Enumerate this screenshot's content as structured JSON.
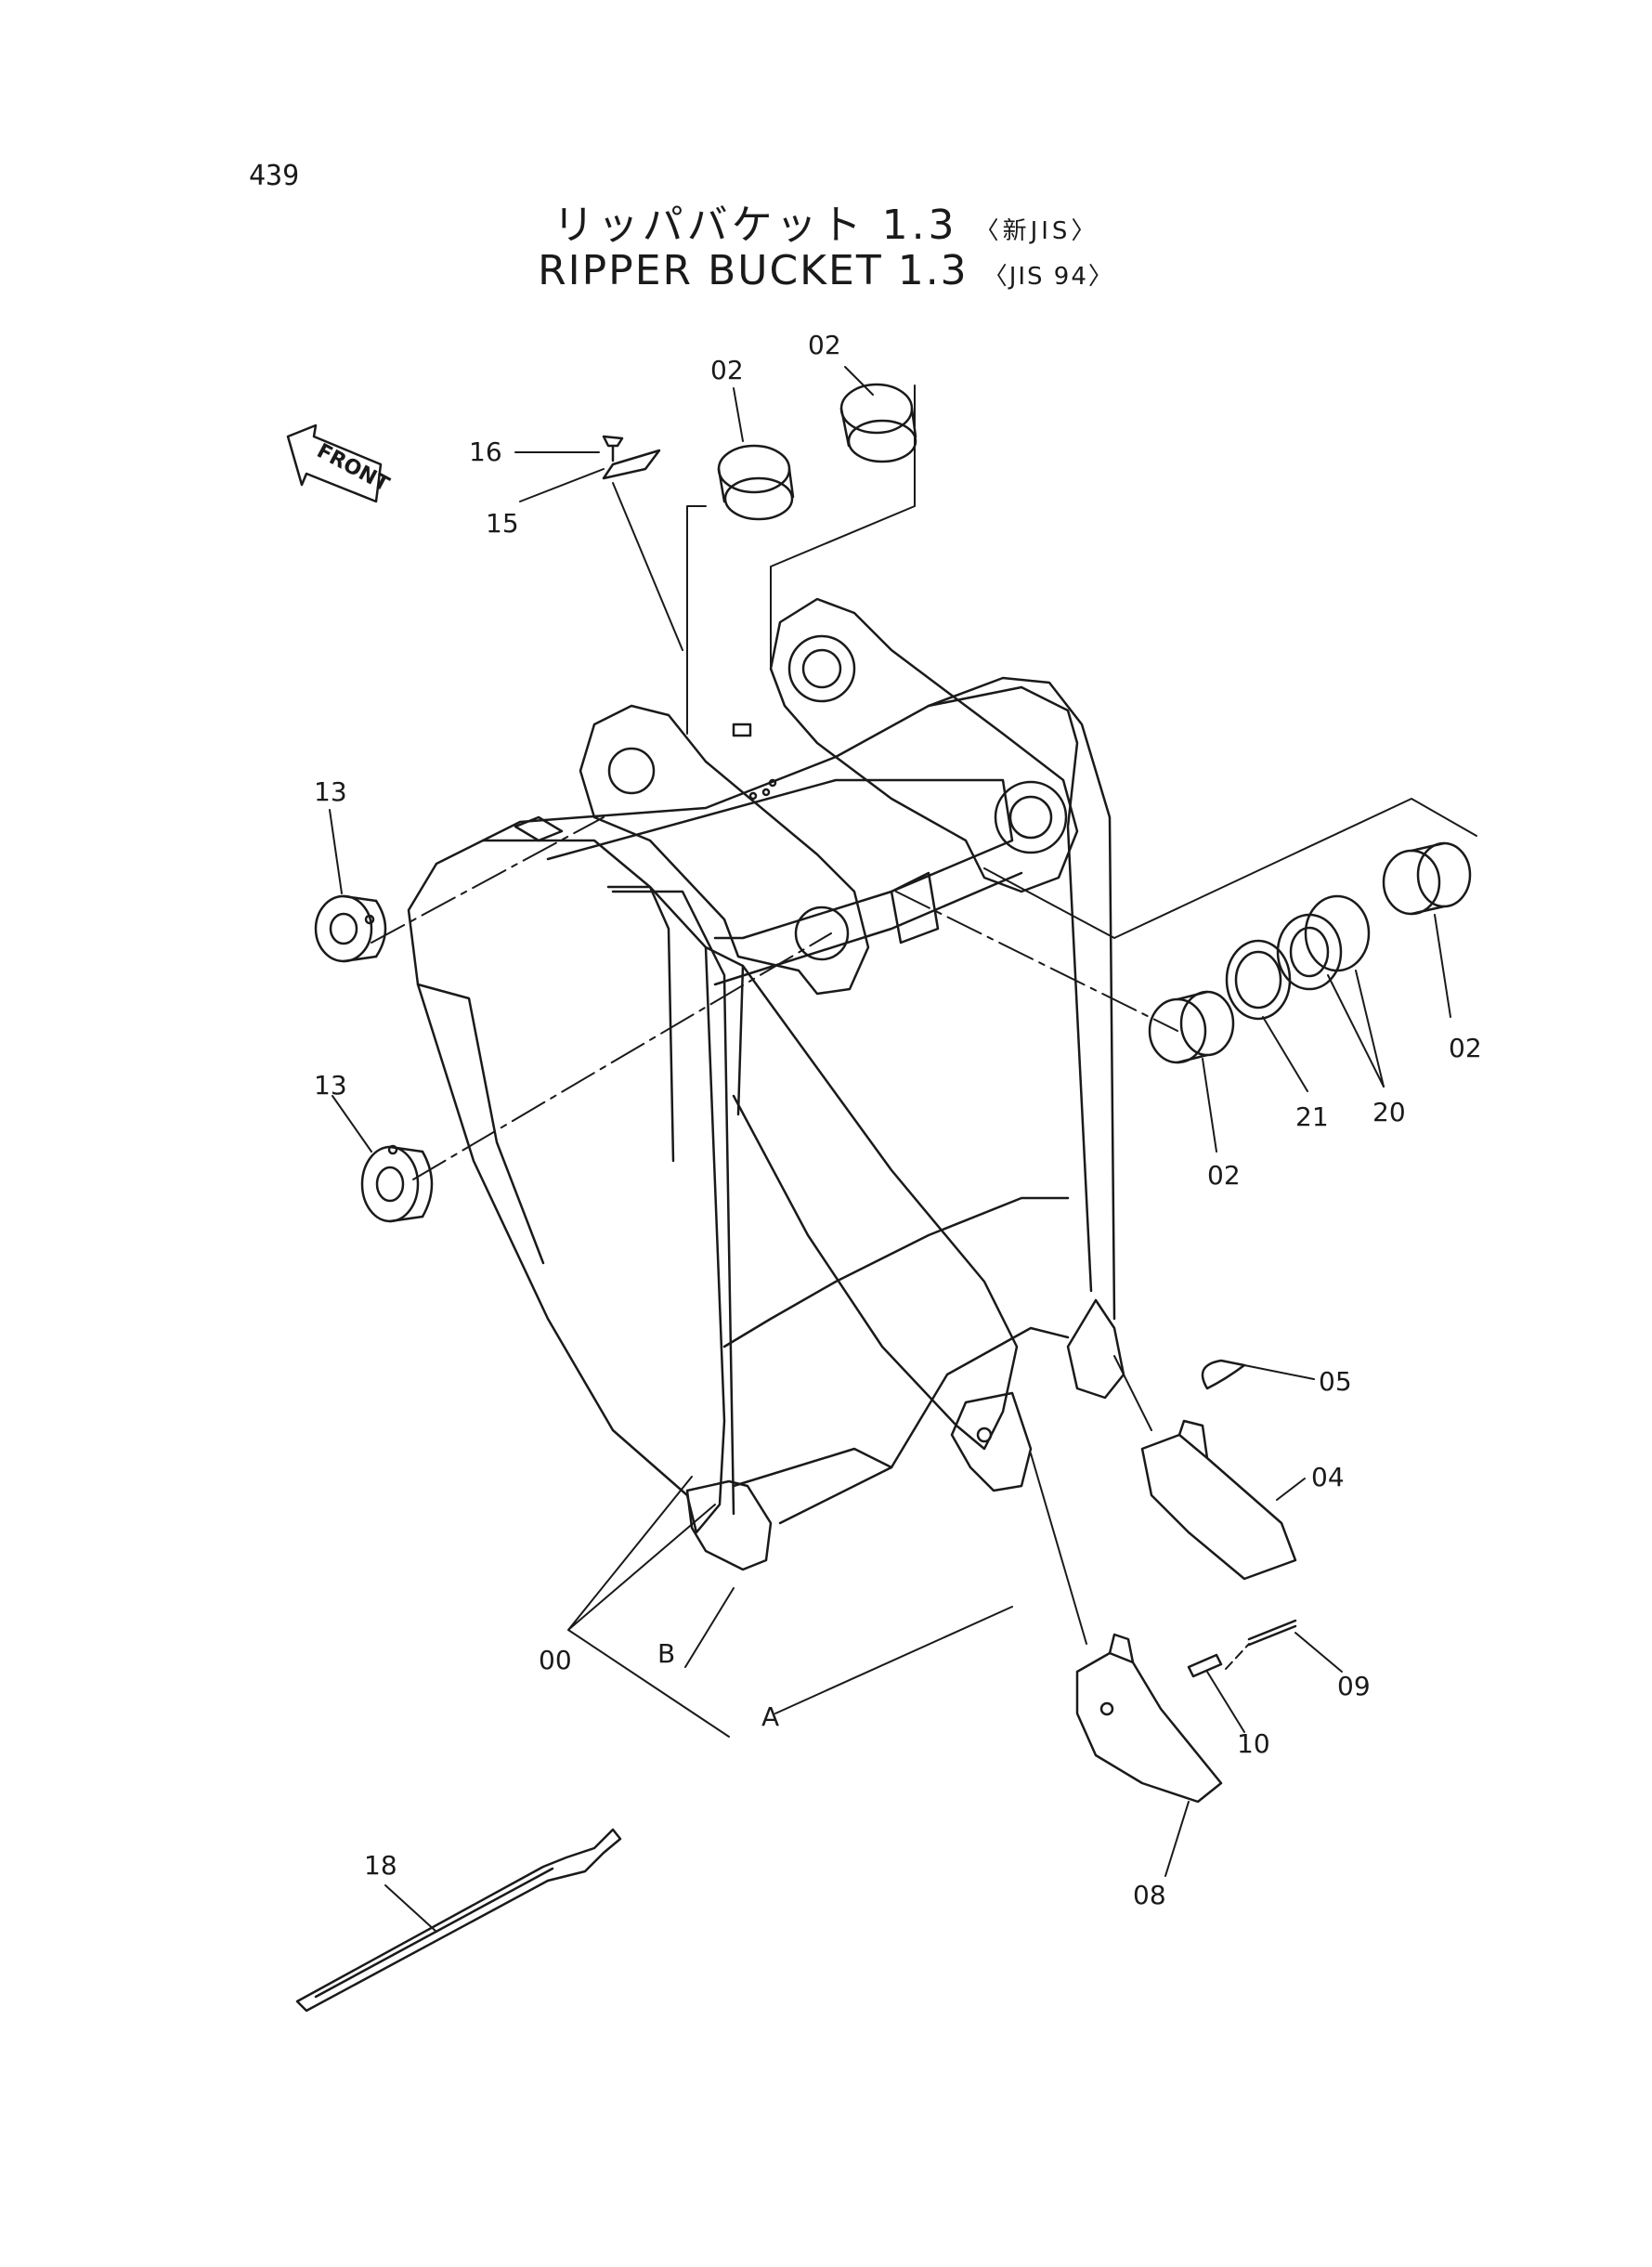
{
  "page_number": "439",
  "title": {
    "jp_main": "リッパバケット 1.3",
    "jp_spec": "〈新JIS〉",
    "en_main": "RIPPER BUCKET 1.3",
    "en_spec": "〈JIS 94〉"
  },
  "front_label": "FRONT",
  "callouts": {
    "c02a": "02",
    "c02b": "02",
    "c02c": "02",
    "c02d": "02",
    "c16": "16",
    "c15": "15",
    "c13a": "13",
    "c13b": "13",
    "c21": "21",
    "c20": "20",
    "c05": "05",
    "c04": "04",
    "c00": "00",
    "cB": "B",
    "cA": "A",
    "c09": "09",
    "c10": "10",
    "c08": "08",
    "c18": "18"
  }
}
